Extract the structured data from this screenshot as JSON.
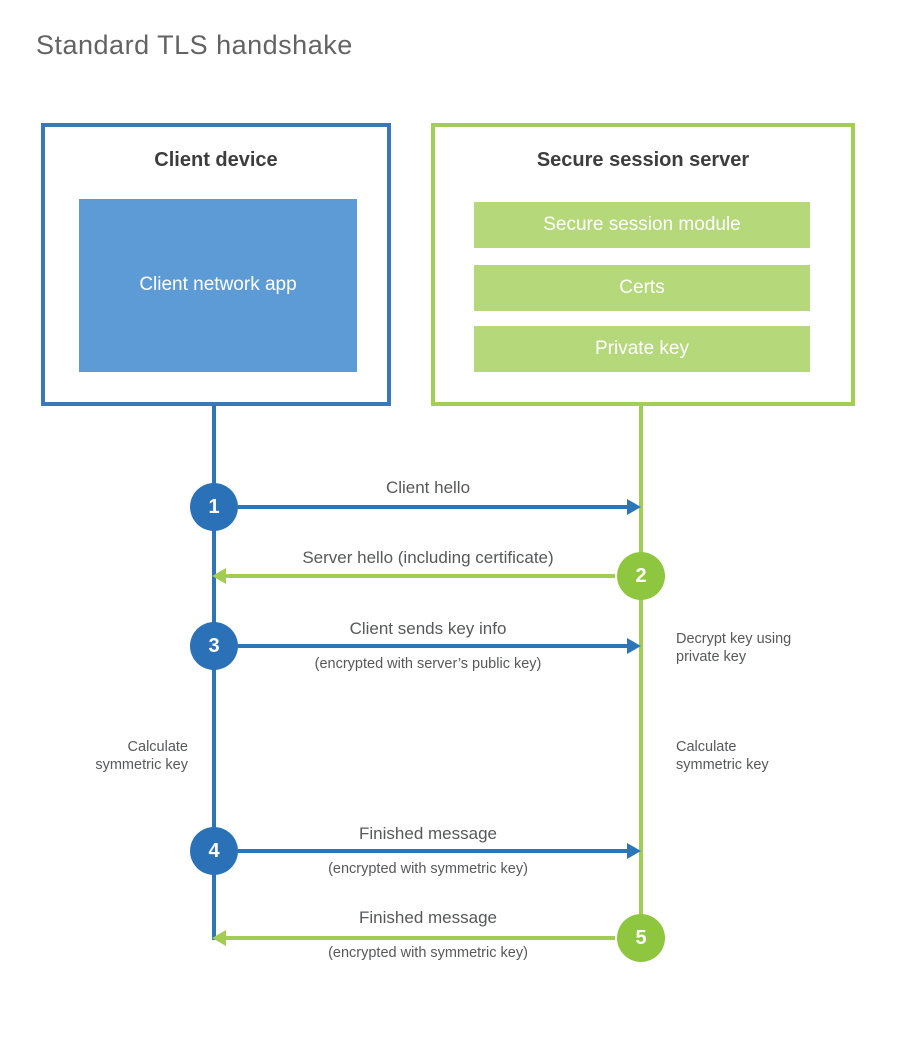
{
  "title": "Standard TLS handshake",
  "colors": {
    "client_border": "#3b78bb",
    "client_fill": "#5c9bd5",
    "server_border": "#a3cd55",
    "server_fill": "#b5d87b",
    "badge_blue": "#2a71b7",
    "badge_green": "#8fc640",
    "text_dark": "#3d3d3d",
    "text_gray": "#57585a"
  },
  "client": {
    "title": "Client device",
    "app_label": "Client network app"
  },
  "server": {
    "title": "Secure session server",
    "modules": [
      "Secure session module",
      "Certs",
      "Private key"
    ]
  },
  "steps": [
    {
      "num": "1",
      "from": "client",
      "to": "server",
      "label": "Client hello",
      "sub": ""
    },
    {
      "num": "2",
      "from": "server",
      "to": "client",
      "label": "Server hello (including certificate)",
      "sub": ""
    },
    {
      "num": "3",
      "from": "client",
      "to": "server",
      "label": "Client sends key info",
      "sub": "(encrypted with server’s public key)"
    },
    {
      "num": "4",
      "from": "client",
      "to": "server",
      "label": "Finished message",
      "sub": "(encrypted with symmetric key)"
    },
    {
      "num": "5",
      "from": "server",
      "to": "client",
      "label": "Finished message",
      "sub": "(encrypted with symmetric key)"
    }
  ],
  "notes": {
    "decrypt": {
      "line1": "Decrypt key using",
      "line2": "private key"
    },
    "calc_left": {
      "line1": "Calculate",
      "line2": "symmetric key"
    },
    "calc_right": {
      "line1": "Calculate",
      "line2": "symmetric key"
    }
  }
}
